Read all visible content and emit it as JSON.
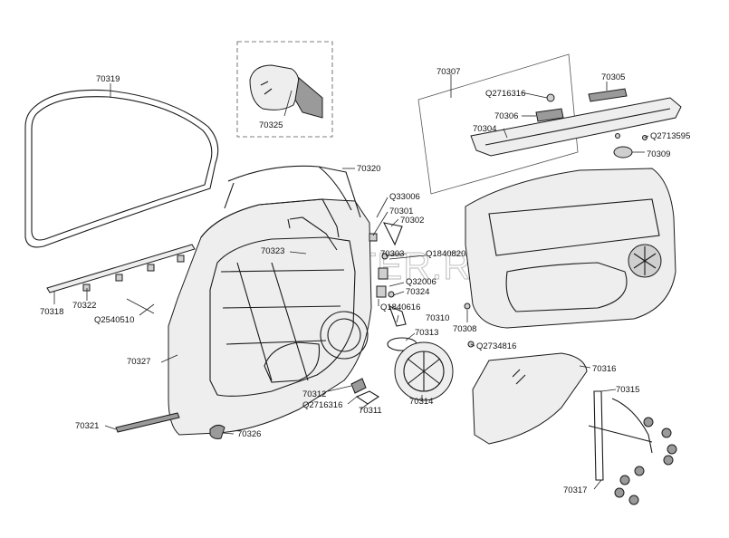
{
  "watermark": "AUTOPITER.RU",
  "labels": {
    "p70319": "70319",
    "p70318": "70318",
    "p70322": "70322",
    "q2540510": "Q2540510",
    "p70327": "70327",
    "p70321": "70321",
    "p70326": "70326",
    "p70325": "70325",
    "p70320": "70320",
    "q33006a": "Q33006",
    "p70301": "70301",
    "p70302": "70302",
    "p70323": "70323",
    "p70303": "70303",
    "q1840820": "Q1840820",
    "q32006": "Q32006",
    "p70324": "70324",
    "q1840616": "Q1840616",
    "p70310": "70310",
    "p70313": "70313",
    "p70312": "70312",
    "q2716316b": "Q2716316",
    "p70311": "70311",
    "p70314": "70314",
    "p70307": "70307",
    "p70305": "70305",
    "q2716316a": "Q2716316",
    "p70306": "70306",
    "p70304": "70304",
    "q2713595": "Q2713595",
    "p70309": "70309",
    "p70308": "70308",
    "q2734816": "Q2734816",
    "p70316": "70316",
    "p70315": "70315",
    "p70317": "70317"
  }
}
